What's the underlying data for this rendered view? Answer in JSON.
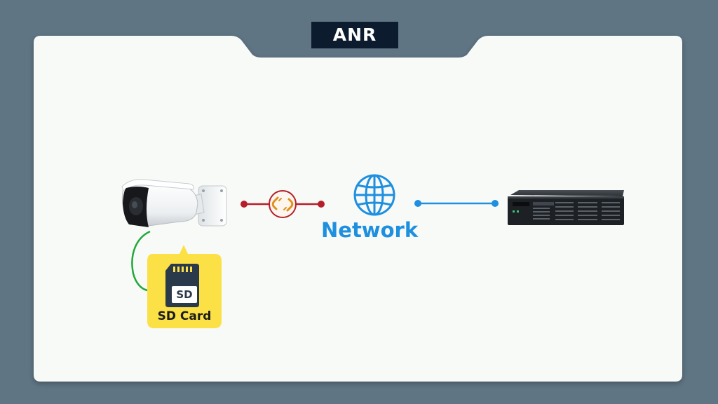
{
  "title": "ANR",
  "network_label": "Network",
  "sd_card": {
    "label": "SD Card",
    "chip_text": "SD"
  },
  "colors": {
    "background": "#5f7584",
    "panel": "#f8faf7",
    "title_bg": "#0d1b2e",
    "broken_link": "#b51f2a",
    "broken_icon": "#e0901f",
    "network_blue": "#1f8fe0",
    "sd_yellow": "#fbe146",
    "cable_green": "#22a83a"
  },
  "icons": [
    "camera-icon",
    "broken-link-icon",
    "globe-icon",
    "nvr-icon",
    "sd-card-icon"
  ]
}
